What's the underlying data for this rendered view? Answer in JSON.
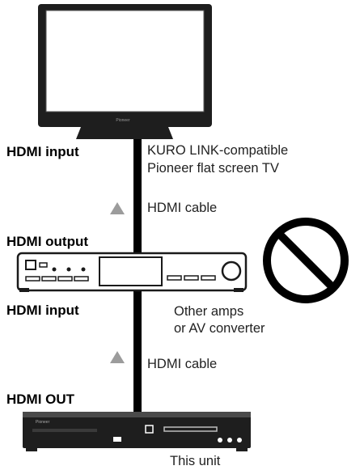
{
  "labels": {
    "tv_port": "HDMI input",
    "tv_name_line1": "KURO LINK-compatible",
    "tv_name_line2": "Pioneer flat screen TV",
    "cable_upper": "HDMI cable",
    "amp_out_port": "HDMI output",
    "amp_in_port": "HDMI input",
    "amp_name_line1": "Other amps",
    "amp_name_line2": "or AV converter",
    "cable_lower": "HDMI cable",
    "unit_port": "HDMI OUT",
    "unit_name": "This unit",
    "tv_brand_mark": "Pioneer",
    "unit_brand_mark": "Pioneer"
  },
  "colors": {
    "device_body": "#1e1e1e",
    "screen_fill": "#ffffff",
    "arrow": "#9c9c9c",
    "cable": "#000000"
  },
  "icons": [
    "up-arrow-icon",
    "up-arrow-icon",
    "prohibited-icon"
  ]
}
